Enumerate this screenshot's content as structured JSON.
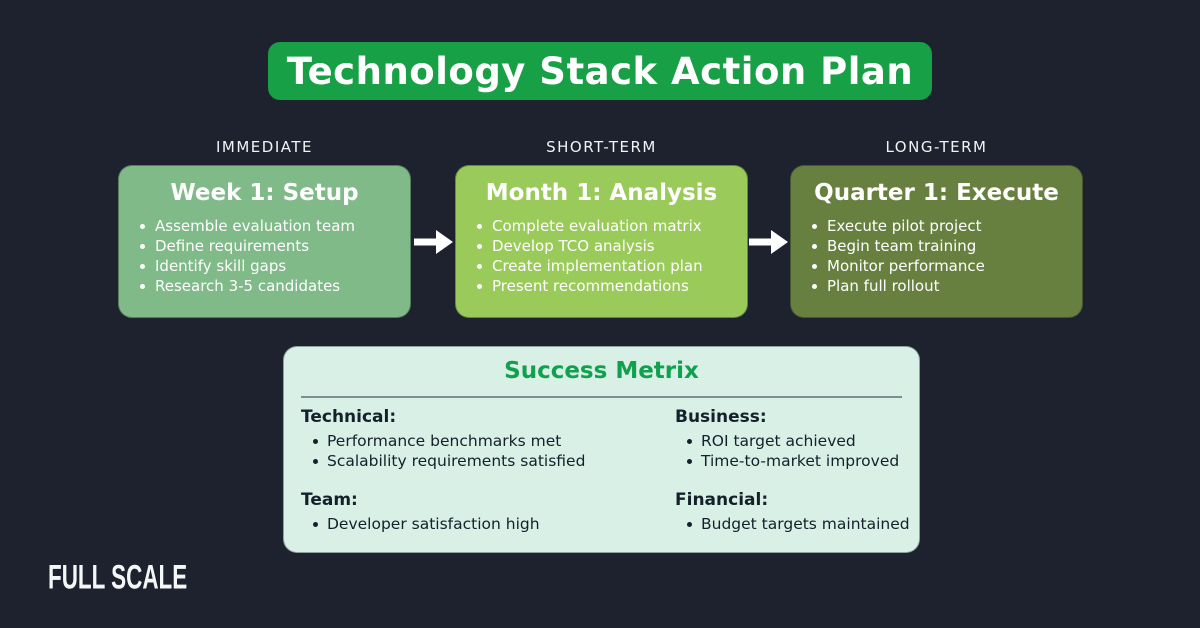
{
  "page": {
    "background_color": "#1e222e",
    "accent_green": "#17a045"
  },
  "title": {
    "text": "Technology Stack Action Plan",
    "bg_color": "#17a045",
    "text_color": "#ffffff"
  },
  "phases": [
    {
      "label": "IMMEDIATE",
      "heading": "Week 1: Setup",
      "bg_color": "#7fba88",
      "items": [
        "Assemble evaluation team",
        "Define requirements",
        "Identify skill gaps",
        "Research 3-5 candidates"
      ]
    },
    {
      "label": "SHORT-TERM",
      "heading": "Month 1: Analysis",
      "bg_color": "#9acb5a",
      "items": [
        "Complete evaluation matrix",
        "Develop TCO analysis",
        "Create implementation plan",
        "Present recommendations"
      ]
    },
    {
      "label": "LONG-TERM",
      "heading": "Quarter 1: Execute",
      "bg_color": "#68803f",
      "items": [
        "Execute pilot project",
        "Begin team training",
        "Monitor performance",
        "Plan full rollout"
      ]
    }
  ],
  "success": {
    "title": "Success Metrix",
    "title_color": "#11a04e",
    "bg_color": "#d8f0e6",
    "sections": [
      {
        "heading": "Technical:",
        "items": [
          "Performance benchmarks met",
          "Scalability requirements satisfied"
        ]
      },
      {
        "heading": "Business:",
        "items": [
          "ROI target achieved",
          "Time-to-market improved"
        ]
      },
      {
        "heading": "Team:",
        "items": [
          "Developer satisfaction high"
        ]
      },
      {
        "heading": "Financial:",
        "items": [
          "Budget targets maintained"
        ]
      }
    ]
  },
  "logo": {
    "text": "FULL SCALE"
  }
}
